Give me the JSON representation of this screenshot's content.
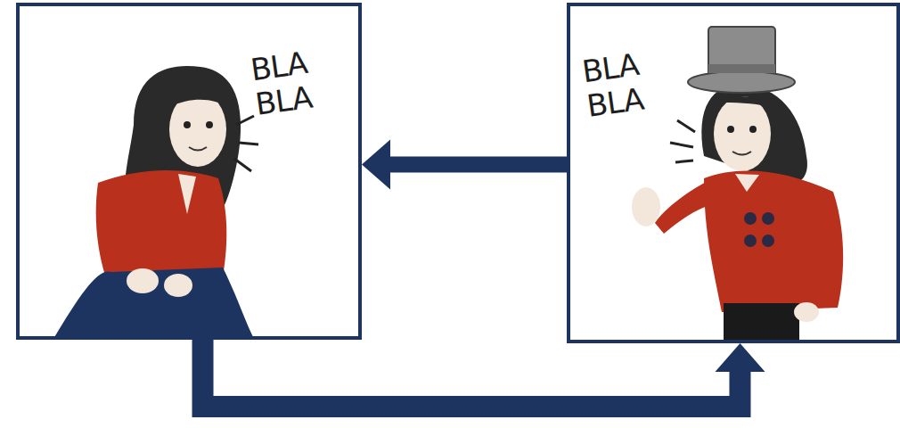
{
  "diagram": {
    "nodes": [
      {
        "text": [
          "BLA BLA"
        ]
      },
      {
        "text": [
          "BLA BLA"
        ]
      }
    ],
    "edges": [
      {
        "from": 1,
        "to": 0,
        "arrow": "to"
      },
      {
        "from": 0,
        "to": 1,
        "arrow": "to"
      }
    ]
  }
}
